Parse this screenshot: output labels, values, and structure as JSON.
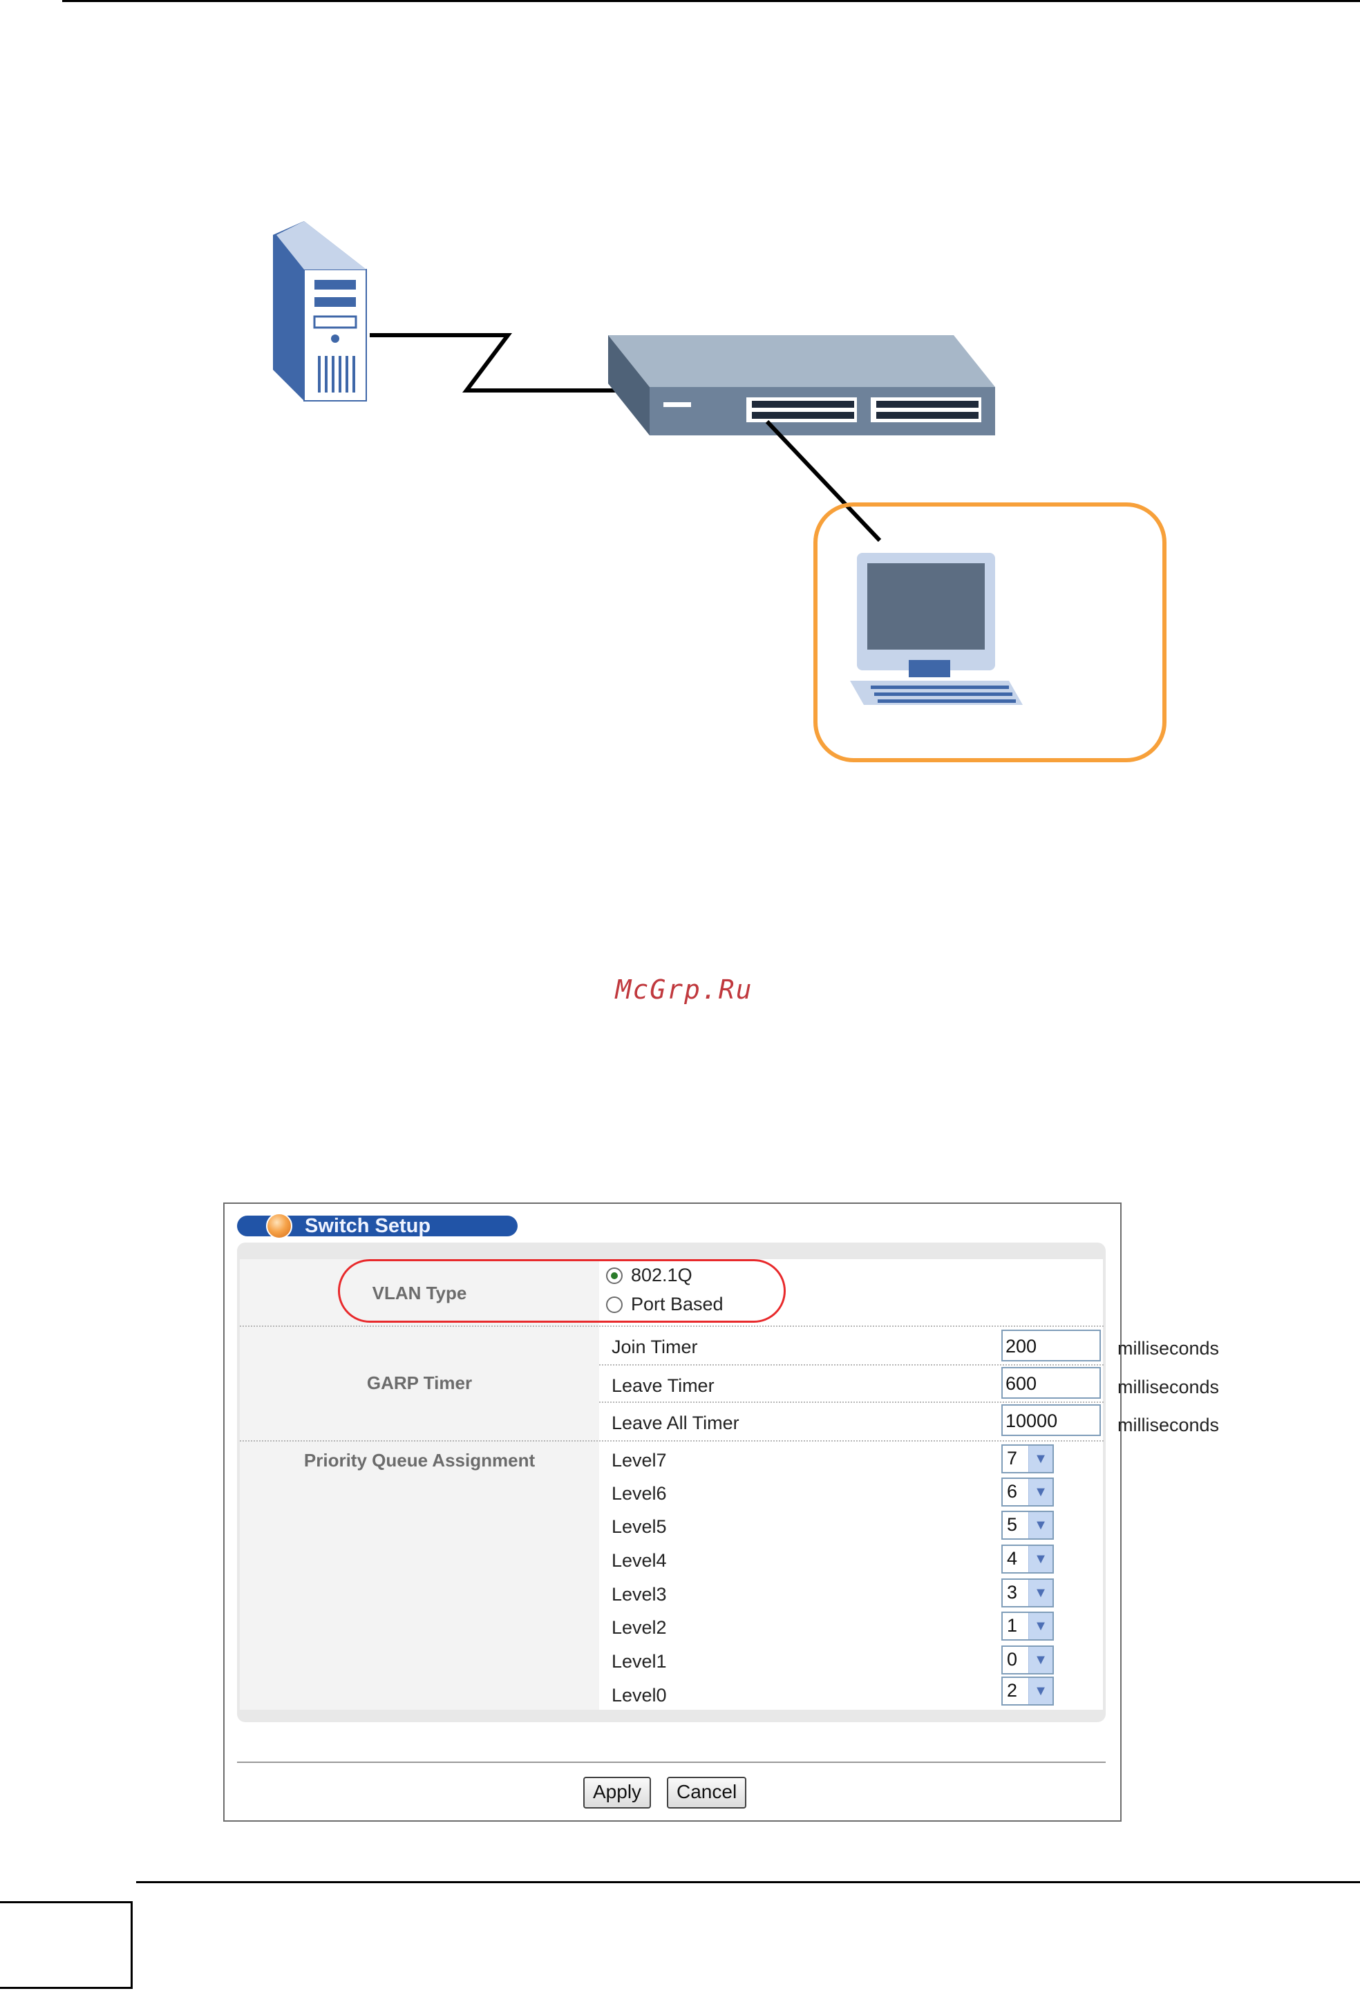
{
  "watermark": {
    "text": "McGrp.Ru"
  },
  "switch_setup": {
    "title": "Switch Setup",
    "vlan_type": {
      "label": "VLAN Type",
      "options": [
        "802.1Q",
        "Port Based"
      ],
      "selected": "802.1Q"
    },
    "garp_timer": {
      "label": "GARP Timer",
      "rows": [
        {
          "label": "Join Timer",
          "value": "200",
          "unit": "milliseconds"
        },
        {
          "label": "Leave Timer",
          "value": "600",
          "unit": "milliseconds"
        },
        {
          "label": "Leave All Timer",
          "value": "10000",
          "unit": "milliseconds"
        }
      ]
    },
    "priority_queue": {
      "label": "Priority Queue Assignment",
      "levels": [
        {
          "label": "Level7",
          "value": "7"
        },
        {
          "label": "Level6",
          "value": "6"
        },
        {
          "label": "Level5",
          "value": "5"
        },
        {
          "label": "Level4",
          "value": "4"
        },
        {
          "label": "Level3",
          "value": "3"
        },
        {
          "label": "Level2",
          "value": "1"
        },
        {
          "label": "Level1",
          "value": "0"
        },
        {
          "label": "Level0",
          "value": "2"
        }
      ]
    },
    "buttons": {
      "apply": "Apply",
      "cancel": "Cancel"
    }
  },
  "diagram": {
    "nodes": [
      "server",
      "switch",
      "computer"
    ],
    "highlight": "computer",
    "colors": {
      "server_fill": "#3f67a8",
      "server_side": "#c6d4ea",
      "switch_top": "#a7b7c8",
      "switch_front": "#6e829a",
      "highlight_ring": "#f7a03a",
      "screen": "#5c6d82"
    }
  }
}
